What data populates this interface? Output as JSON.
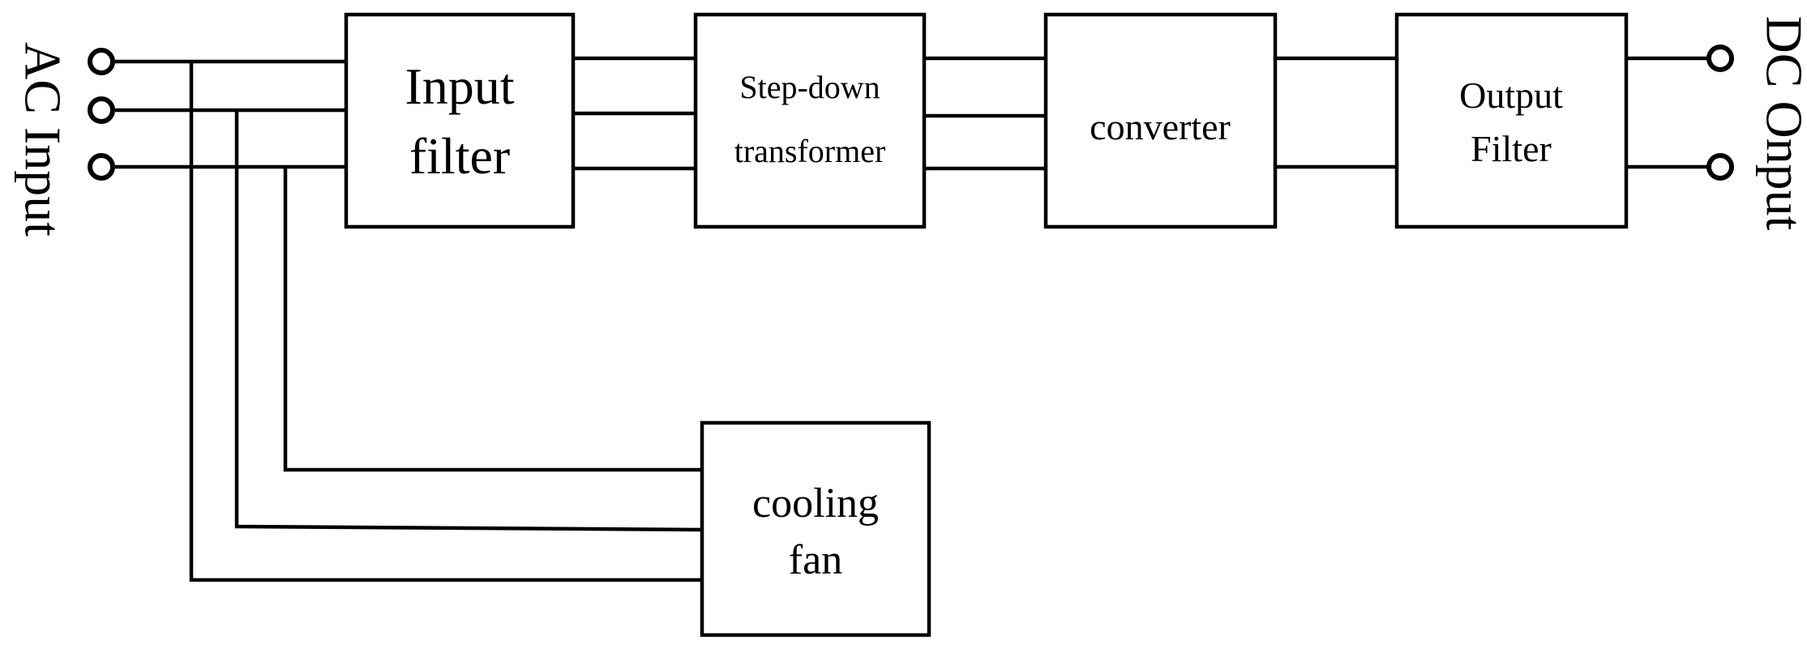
{
  "terminals": {
    "ac_input_label": "AC Input",
    "dc_output_label": "DC Onput"
  },
  "blocks": {
    "input_filter": {
      "line1": "Input",
      "line2": "filter"
    },
    "step_down_transformer": {
      "line1": "Step-down",
      "line2": "transformer"
    },
    "converter": {
      "line1": "converter"
    },
    "output_filter": {
      "line1": "Output",
      "line2": "Filter"
    },
    "cooling_fan": {
      "line1": "cooling",
      "line2": "fan"
    }
  },
  "colors": {
    "stroke": "#000000",
    "background": "#ffffff"
  }
}
